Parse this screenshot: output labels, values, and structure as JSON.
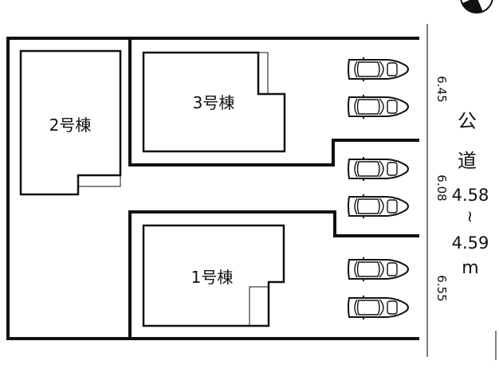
{
  "buildings": [
    {
      "id": "b1",
      "label": "1号棟"
    },
    {
      "id": "b2",
      "label": "2号棟"
    },
    {
      "id": "b3",
      "label": "3号棟"
    }
  ],
  "road": {
    "name_chars": [
      "公",
      "道"
    ],
    "width_top": "4.58",
    "tilde": "~",
    "width_bottom": "4.59",
    "unit": "m"
  },
  "frontage": {
    "lot3": "6.45",
    "lot2": "6.08",
    "lot1": "6.55"
  },
  "icons": {
    "car": "car-icon",
    "compass": "north-arrow-icon"
  }
}
